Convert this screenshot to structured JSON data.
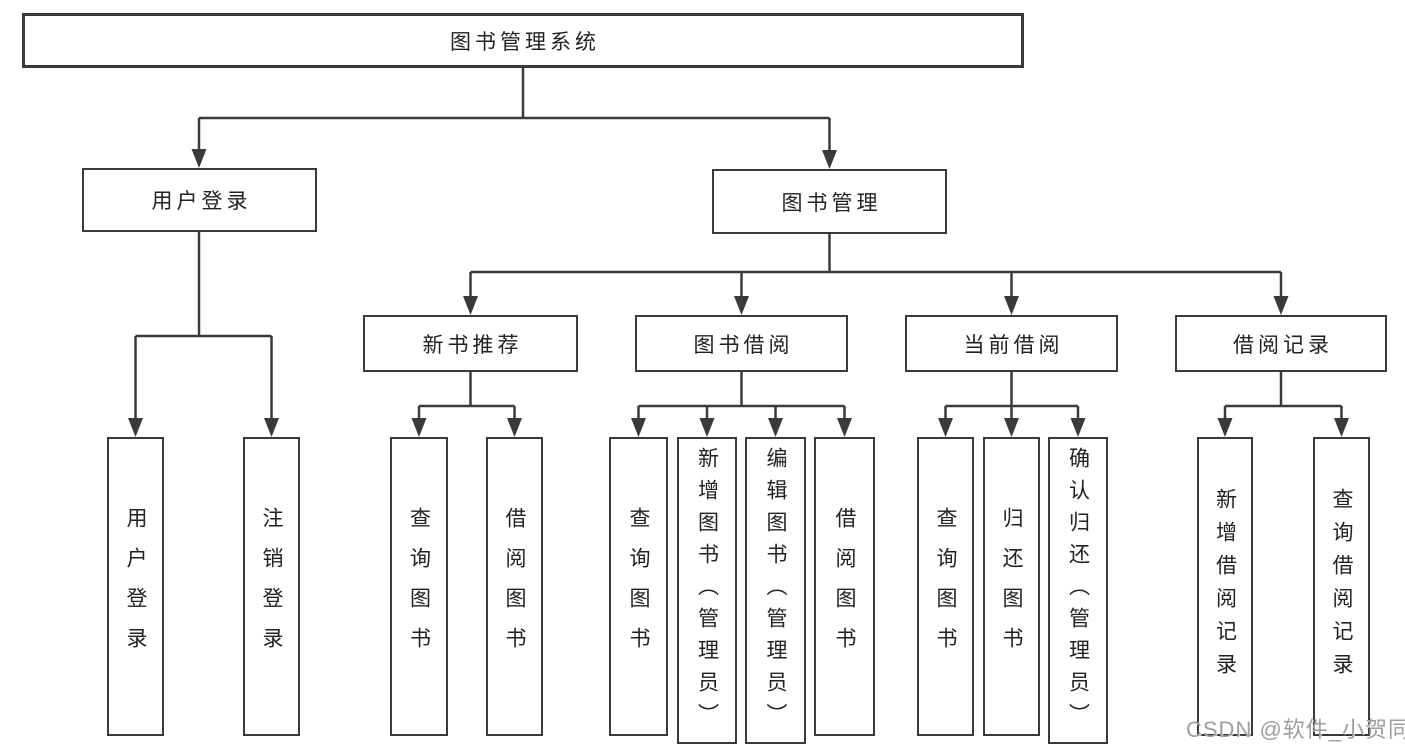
{
  "diagram": {
    "root": "图书管理系统",
    "level2": [
      "用户登录",
      "图书管理"
    ],
    "level3": [
      "新书推荐",
      "图书借阅",
      "当前借阅",
      "借阅记录"
    ],
    "leaves": {
      "user_login": [
        "用户登录",
        "注销登录"
      ],
      "new_book_recommend": [
        "查询图书",
        "借阅图书"
      ],
      "book_borrow": [
        "查询图书",
        "新增图书（管理员）",
        "编辑图书（管理员）",
        "借阅图书"
      ],
      "current_borrow": [
        "查询图书",
        "归还图书",
        "确认归还（管理员）"
      ],
      "borrow_records": [
        "新增借阅记录",
        "查询借阅记录"
      ]
    }
  },
  "watermark": "CSDN @软件_小贺同学",
  "colors": {
    "line": "#3a3a3a",
    "text": "#222222",
    "watermark": "#9e9e9e",
    "node_background": "#ffffff",
    "page_background": "#ffffff"
  }
}
